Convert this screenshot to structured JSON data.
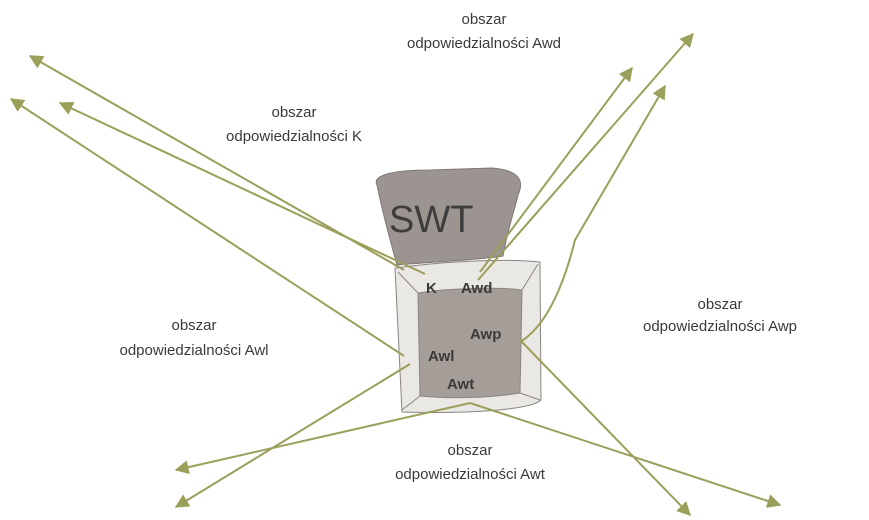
{
  "center": {
    "swt": "SWT",
    "k": "K",
    "awd": "Awd",
    "awp": "Awp",
    "awl": "Awl",
    "awt": "Awt"
  },
  "areas": {
    "awd": {
      "line1": "obszar",
      "line2": "odpowiedzialności Awd"
    },
    "k": {
      "line1": "obszar",
      "line2": "odpowiedzialności K"
    },
    "awp": {
      "line1": "obszar",
      "line2": "odpowiedzialności Awp"
    },
    "awl": {
      "line1": "obszar",
      "line2": "odpowiedzialności Awl"
    },
    "awt": {
      "line1": "obszar",
      "line2": "odpowiedzialności Awt"
    }
  },
  "colors": {
    "arrow": "#9a9f5a",
    "swt_block": "#9c9490",
    "lower_block": "#a59d97",
    "frame": "#eae8e4",
    "text": "#3a3a3a"
  }
}
